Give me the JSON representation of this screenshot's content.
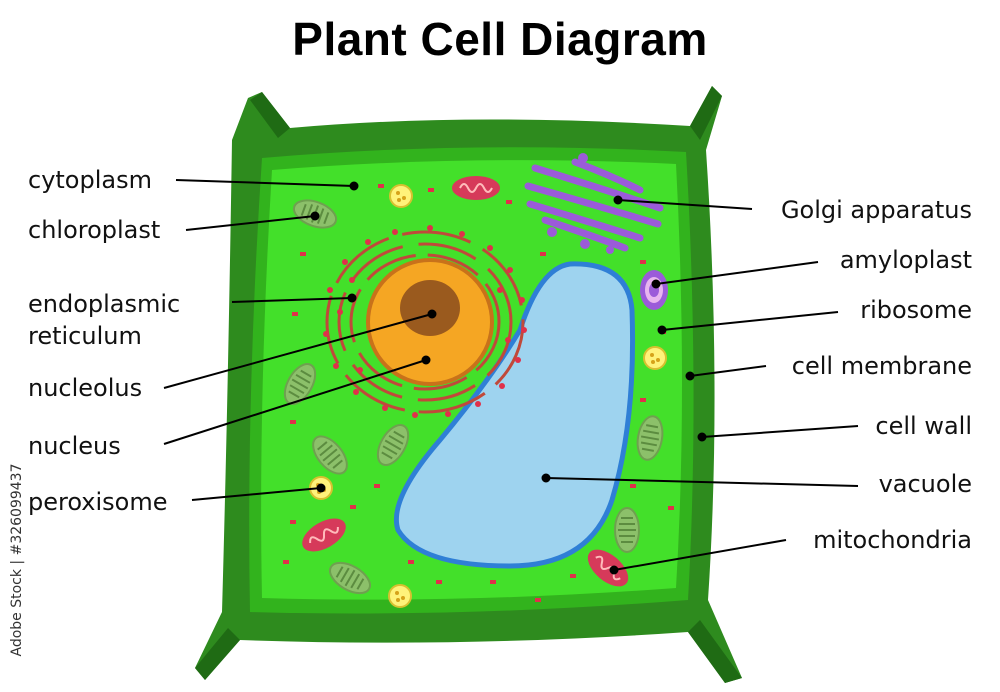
{
  "title": "Plant Cell Diagram",
  "watermark": "Adobe Stock | #326099437",
  "labels": {
    "cytoplasm": "cytoplasm",
    "chloroplast": "chloroplast",
    "endoplasmic_reticulum_1": "endoplasmic",
    "endoplasmic_reticulum_2": "reticulum",
    "nucleolus": "nucleolus",
    "nucleus": "nucleus",
    "peroxisome": "peroxisome",
    "golgi": "Golgi apparatus",
    "amyloplast": "amyloplast",
    "ribosome": "ribosome",
    "cell_membrane": "cell membrane",
    "cell_wall": "cell wall",
    "vacuole": "vacuole",
    "mitochondria": "mitochondria"
  },
  "colors": {
    "cell_wall": "#2e8b1e",
    "cell_wall_dark": "#1f6b14",
    "cytoplasm": "#43e02a",
    "vacuole": "#9ed3ef",
    "vacuole_border": "#2f7fd6",
    "nucleus": "#f5a623",
    "nucleus_border": "#c8721a",
    "nucleolus": "#9a5a1e",
    "er": "#cf3b4a",
    "golgi": "#9b5bd9",
    "mitochondria": "#d63a5a",
    "chloroplast": "#8cc06a",
    "peroxisome": "#fff27a"
  }
}
